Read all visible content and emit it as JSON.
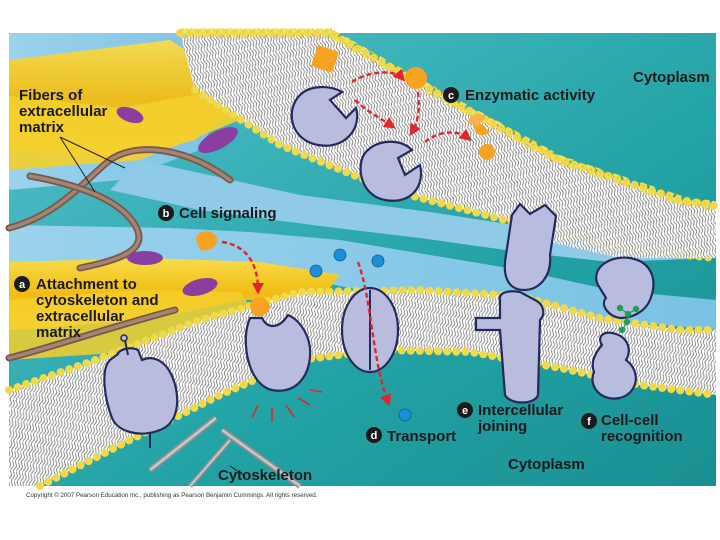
{
  "labels": {
    "fibers": [
      "Fibers of",
      "extracellular",
      "matrix"
    ],
    "attachment": [
      "Attachment to",
      "cytoskeleton and",
      "extracellular",
      "matrix"
    ],
    "signaling": "Cell signaling",
    "enzymatic": "Enzymatic activity",
    "transport": "Transport",
    "joining": [
      "Intercellular",
      "joining"
    ],
    "recognition": [
      "Cell-cell",
      "recognition"
    ],
    "cytoplasm": "Cytoplasm",
    "cytoskeleton": "Cytoskeleton"
  },
  "badges": {
    "a": "a",
    "b": "b",
    "c": "c",
    "d": "d",
    "e": "e",
    "f": "f"
  },
  "copyright": "Copyright © 2007 Pearson Education Inc., publishing as Pearson Benjamin Cummings. All rights reserved.",
  "colors": {
    "extracellular": "#8ecbe6",
    "cytoplasm": "#1f9a9c",
    "membrane_gold": "#f2c417",
    "lipid_head": "#f5e25a",
    "protein": "#b8bde0",
    "protein_edge": "#232a5c",
    "arrow": "#e0262b",
    "badge": "#1a1a1a",
    "fiber": "#8a6a5a",
    "molecule_orange": "#f5a320",
    "molecule_blue": "#1d8fd8",
    "carbohydrate_green": "#1fa05a",
    "purple_protein": "#8a3fa0"
  }
}
